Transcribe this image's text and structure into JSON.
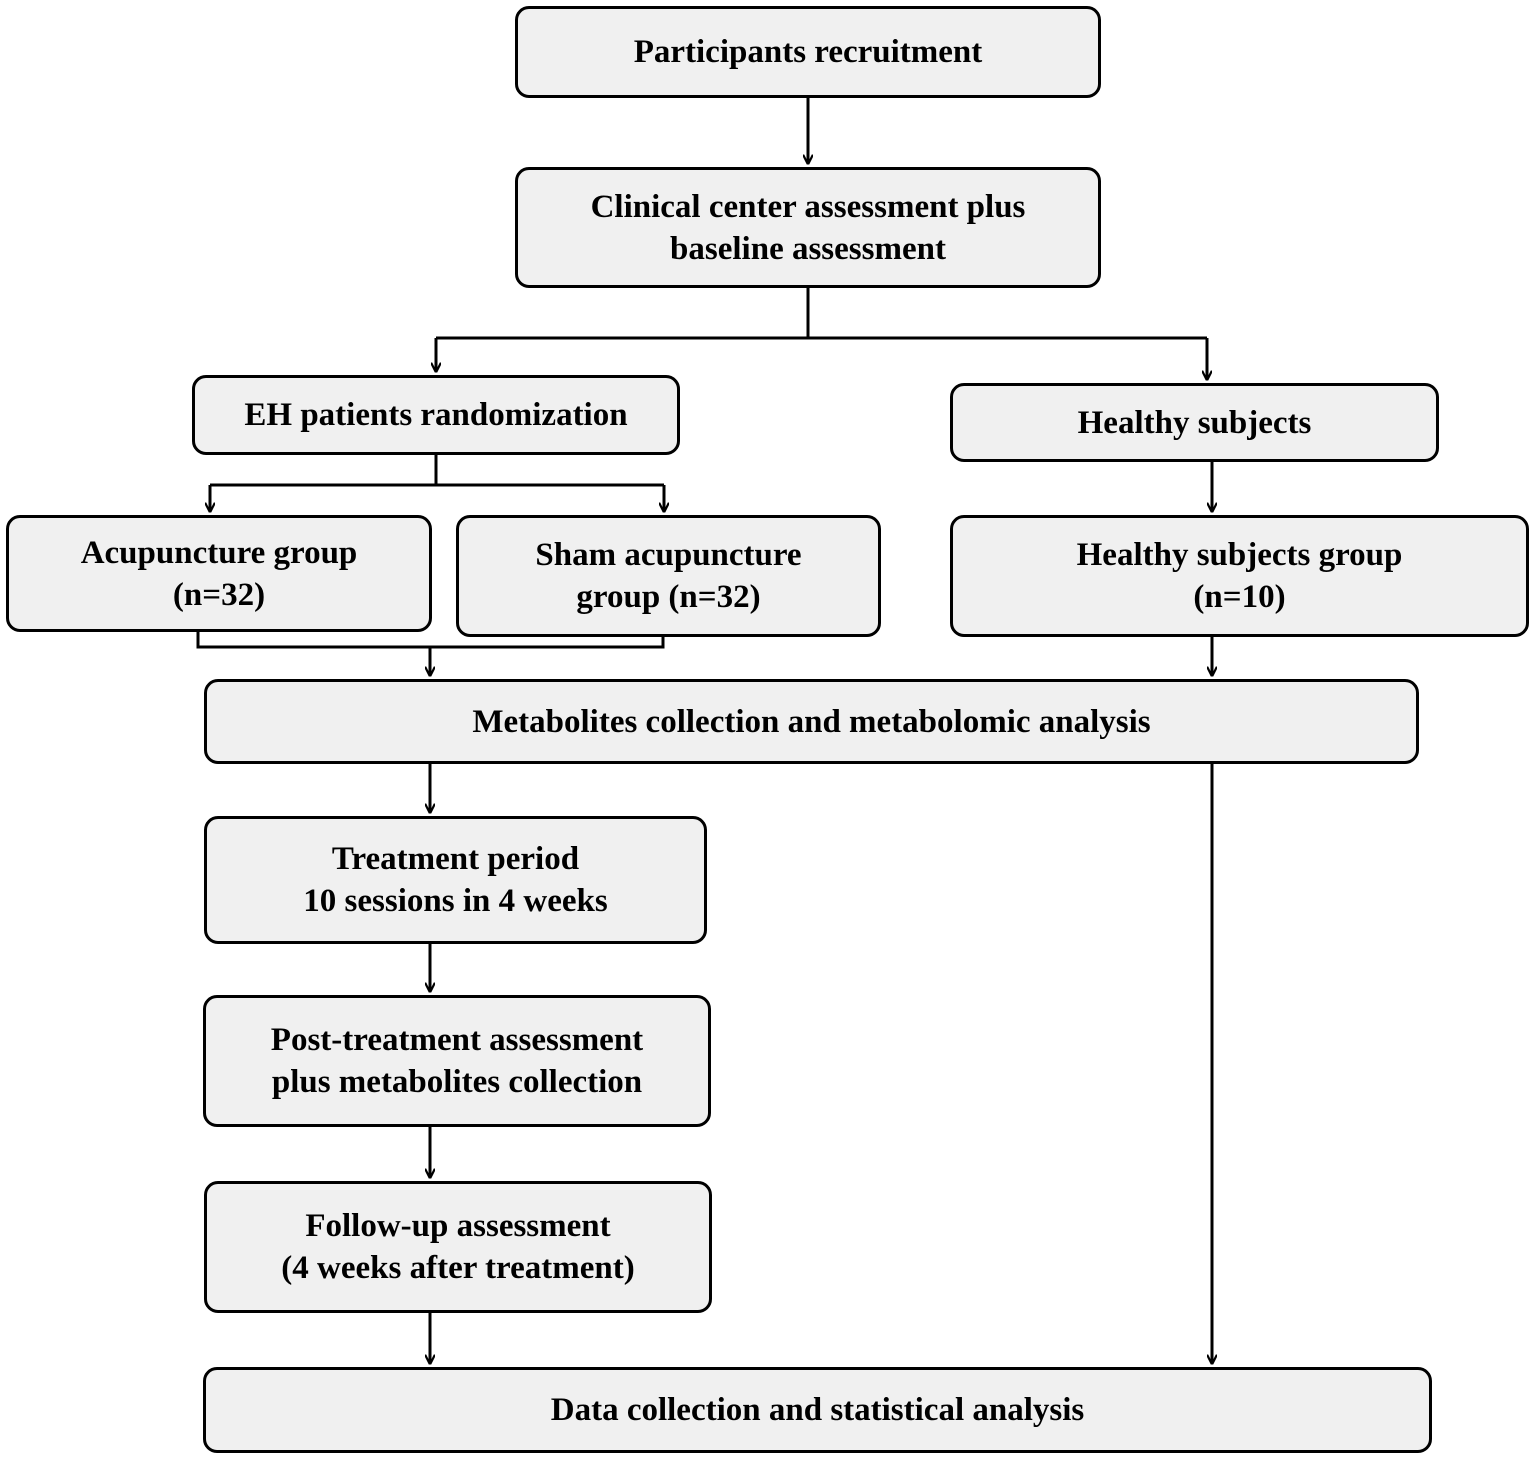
{
  "boxes": {
    "recruitment": {
      "lines": [
        "Participants recruitment"
      ]
    },
    "clinical": {
      "lines": [
        "Clinical center assessment plus",
        "baseline assessment"
      ]
    },
    "eh_randomization": {
      "lines": [
        "EH patients randomization"
      ]
    },
    "healthy_subjects": {
      "lines": [
        "Healthy subjects"
      ]
    },
    "acupuncture_group": {
      "lines": [
        "Acupuncture group",
        "(n=32)"
      ]
    },
    "sham_group": {
      "lines": [
        "Sham acupuncture",
        "group (n=32)"
      ]
    },
    "healthy_group": {
      "lines": [
        "Healthy subjects group",
        "(n=10)"
      ]
    },
    "metabolites": {
      "lines": [
        "Metabolites collection and metabolomic analysis"
      ]
    },
    "treatment": {
      "lines": [
        "Treatment period",
        "10 sessions in 4 weeks"
      ]
    },
    "post_treatment": {
      "lines": [
        "Post-treatment assessment",
        "plus metabolites collection"
      ]
    },
    "follow_up": {
      "lines": [
        "Follow-up assessment",
        "(4 weeks after treatment)"
      ]
    },
    "data_analysis": {
      "lines": [
        "Data collection and statistical analysis"
      ]
    }
  },
  "colors": {
    "box_fill": "#f0f0f0",
    "stroke": "#000000"
  }
}
